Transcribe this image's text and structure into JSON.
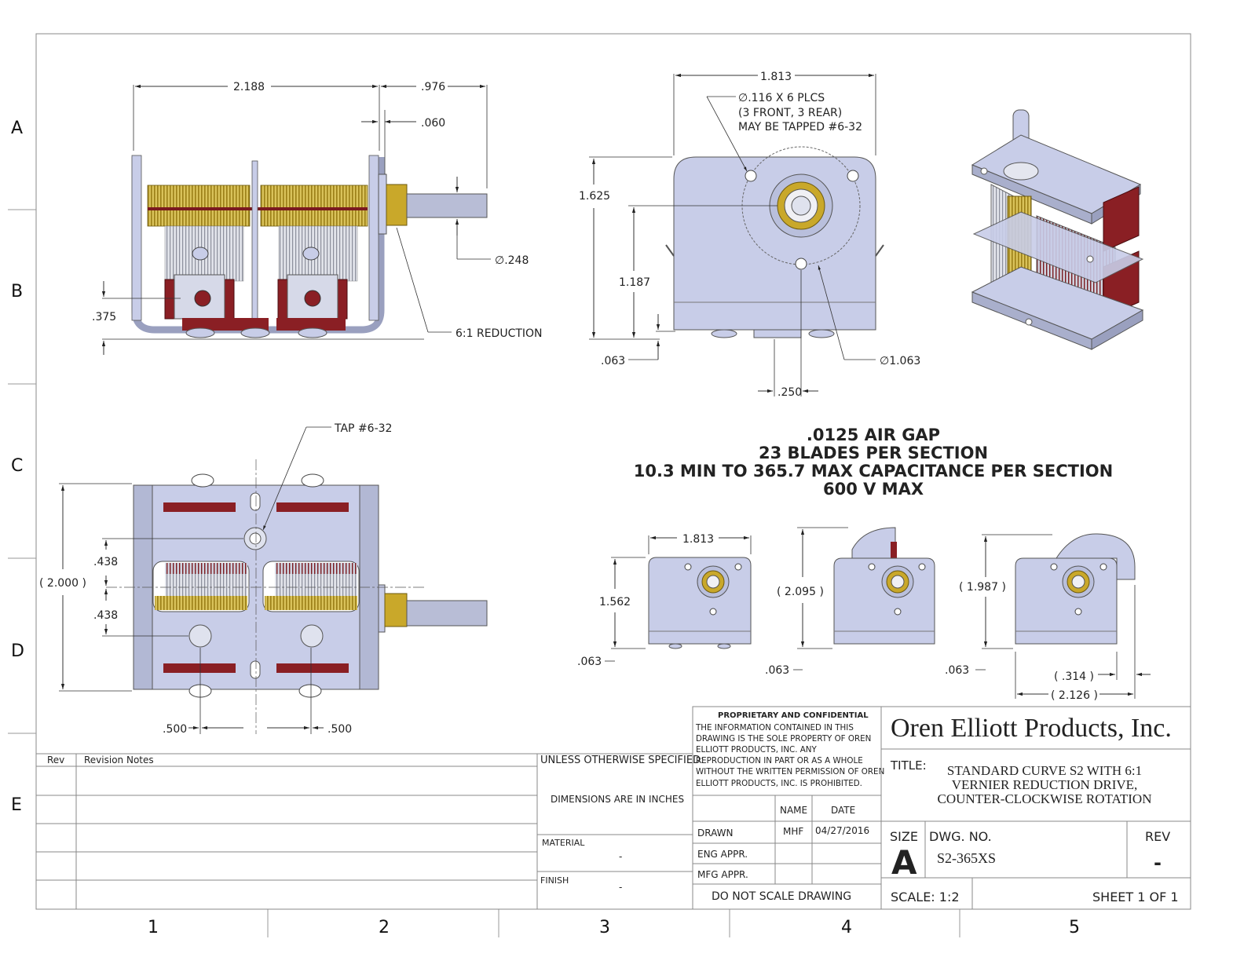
{
  "zones": {
    "rows": [
      "A",
      "B",
      "C",
      "D",
      "E"
    ],
    "cols": [
      "1",
      "2",
      "3",
      "4",
      "5"
    ]
  },
  "colors": {
    "body": "#c8cde8",
    "blades_gold": "#c9a82a",
    "contact_red": "#8a1f24",
    "line": "#444444"
  },
  "side_view": {
    "dim_2188": "2.188",
    "dim_976": ".976",
    "dim_060": ".060",
    "dim_248": "∅.248",
    "dim_375": ".375",
    "note_reduction": "6:1 REDUCTION"
  },
  "front_view": {
    "dim_1813": "1.813",
    "hole_note_1": "∅.116 X 6 PLCS",
    "hole_note_2": "(3 FRONT, 3 REAR)",
    "hole_note_3": "MAY BE TAPPED #6-32",
    "dim_1625": "1.625",
    "dim_1187": "1.187",
    "dim_063": ".063",
    "dim_250": ".250",
    "dim_1063": "∅1.063"
  },
  "bottom_view": {
    "tap_note": "TAP #6-32",
    "dim_2000": "( 2.000 )",
    "dim_438_a": ".438",
    "dim_438_b": ".438",
    "dim_500_l": ".500",
    "dim_500_r": ".500"
  },
  "specs": {
    "line1": ".0125 AIR GAP",
    "line2": "23 BLADES PER SECTION",
    "line3": "10.3 MIN TO 365.7 MAX CAPACITANCE PER SECTION",
    "line4": "600 V MAX"
  },
  "small_views": {
    "v1_width": "1.813",
    "v1_height": "1.562",
    "v1_base": ".063",
    "v2_height": "( 2.095 )",
    "v2_base": ".063",
    "v3_height": "( 1.987 )",
    "v3_base": ".063",
    "v3_314": "( .314 )",
    "v3_2126": "( 2.126 )"
  },
  "title_block": {
    "proprietary_title": "PROPRIETARY AND CONFIDENTIAL",
    "proprietary_lines": [
      "THE INFORMATION CONTAINED IN THIS",
      "DRAWING IS THE SOLE PROPERTY OF OREN",
      "ELLIOTT PRODUCTS, INC.  ANY",
      "REPRODUCTION IN PART OR AS A WHOLE",
      "WITHOUT THE WRITTEN PERMISSION OF OREN",
      "ELLIOTT PRODUCTS, INC.  IS PROHIBITED."
    ],
    "company": "Oren Elliott Products, Inc.",
    "title_label": "TITLE:",
    "title_lines": [
      "STANDARD CURVE S2 WITH 6:1",
      "VERNIER REDUCTION DRIVE,",
      "COUNTER-CLOCKWISE ROTATION"
    ],
    "unless": "UNLESS OTHERWISE SPECIFIED:",
    "dimensions_note": "DIMENSIONS ARE IN INCHES",
    "material_label": "MATERIAL",
    "material_value": "-",
    "finish_label": "FINISH",
    "finish_value": "-",
    "name_header": "NAME",
    "date_header": "DATE",
    "drawn_label": "DRAWN",
    "drawn_name": "MHF",
    "drawn_date": "04/27/2016",
    "eng_appr": "ENG APPR.",
    "mfg_appr": "MFG APPR.",
    "do_not_scale": "DO NOT SCALE DRAWING",
    "size_label": "SIZE",
    "size_value": "A",
    "dwg_no_label": "DWG.  NO.",
    "dwg_no_value": "S2-365XS",
    "rev_label": "REV",
    "rev_value": "-",
    "scale": "SCALE: 1:2",
    "sheet": "SHEET 1 OF 1"
  },
  "revisions": {
    "rev_header": "Rev",
    "notes_header": "Revision Notes"
  }
}
